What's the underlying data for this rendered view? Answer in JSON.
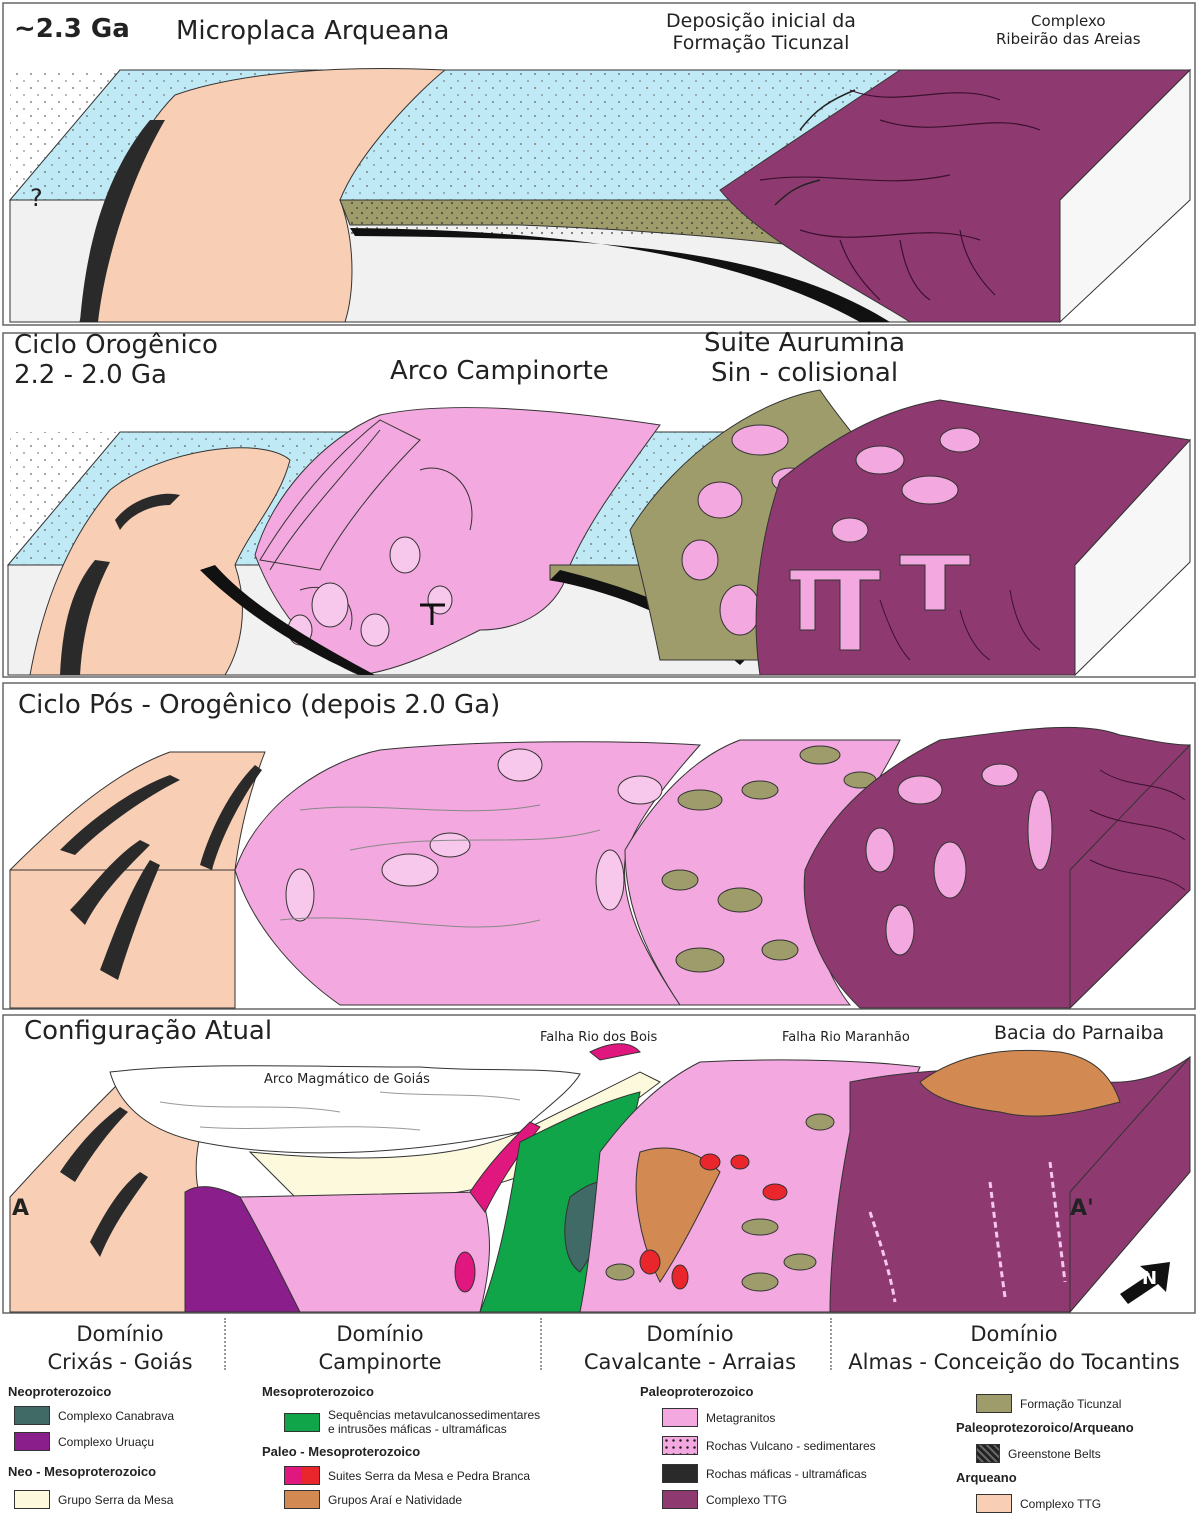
{
  "panels": {
    "p1": {
      "age": "~2.3 Ga",
      "title": "Microplaca Arqueana",
      "label_ticunzal": [
        "Deposição inicial da",
        "Formação Ticunzal"
      ],
      "label_complexo": [
        "Complexo",
        "Ribeirão das Areias"
      ],
      "question": "?"
    },
    "p2": {
      "title": [
        "Ciclo Orogênico",
        "2.2 - 2.0 Ga"
      ],
      "arco": "Arco Campinorte",
      "suite": [
        "Suite Aurumina",
        "Sin - colisional"
      ]
    },
    "p3": {
      "title": "Ciclo Pós - Orogênico (depois 2.0 Ga)"
    },
    "p4": {
      "title": "Configuração Atual",
      "falha_bois": "Falha Rio dos Bois",
      "falha_maranhao": "Falha Rio Maranhão",
      "bacia": "Bacia do Parnaiba",
      "arco_goias": "Arco Magmático de Goiás",
      "a": "A",
      "a_prime": "A'",
      "north": "N"
    }
  },
  "domains": [
    {
      "line1": "Domínio",
      "line2": "Crixás - Goiás"
    },
    {
      "line1": "Domínio",
      "line2": "Campinorte"
    },
    {
      "line1": "Domínio",
      "line2": "Cavalcante - Arraias"
    },
    {
      "line1": "Domínio",
      "line2": "Almas - Conceição do Tocantins"
    }
  ],
  "legend": {
    "neoproterozoico": "Neoproterozoico",
    "canabrava": "Complexo Canabrava",
    "uruacu": "Complexo Uruaçu",
    "neo_meso": "Neo - Mesoproterozoico",
    "serra_mesa_grupo": "Grupo Serra da Mesa",
    "mesoproterozoico": "Mesoproterozoico",
    "sequencias": [
      "Sequências metavulcanossedimentares",
      "e intrusões máficas - ultramáficas"
    ],
    "paleo_meso": "Paleo - Mesoproterozoico",
    "suites": "Suites Serra da Mesa e Pedra Branca",
    "grupos": "Grupos Araí e Natividade",
    "paleoproterozoico": "Paleoproterozoico",
    "metagranitos": "Metagranitos",
    "vulcano": "Rochas Vulcano - sedimentares",
    "maficas": "Rochas máficas - ultramáficas",
    "ttg_paleo": "Complexo TTG",
    "ticunzal": "Formação Ticunzal",
    "paleo_arq": "Paleoprotezoroico/Arqueano",
    "greenstone": "Greenstone Belts",
    "arqueano": "Arqueano",
    "ttg_arq": "Complexo TTG"
  },
  "colors": {
    "ocean": "#bfeaf5",
    "archean_ttg": "#f8cfb5",
    "paleo_ttg": "#8e3a70",
    "metagranite": "#f3a9df",
    "ticunzal": "#9e9c6a",
    "canabrava": "#3f6a66",
    "uruacu": "#8a1f8c",
    "serra_mesa": "#fcf9dc",
    "sequencias": "#10a548",
    "suites_magenta": "#e0177e",
    "suites_red": "#e8262b",
    "arai": "#d28a52",
    "mafic": "#2a2a2a",
    "mantle": "#efefef"
  }
}
